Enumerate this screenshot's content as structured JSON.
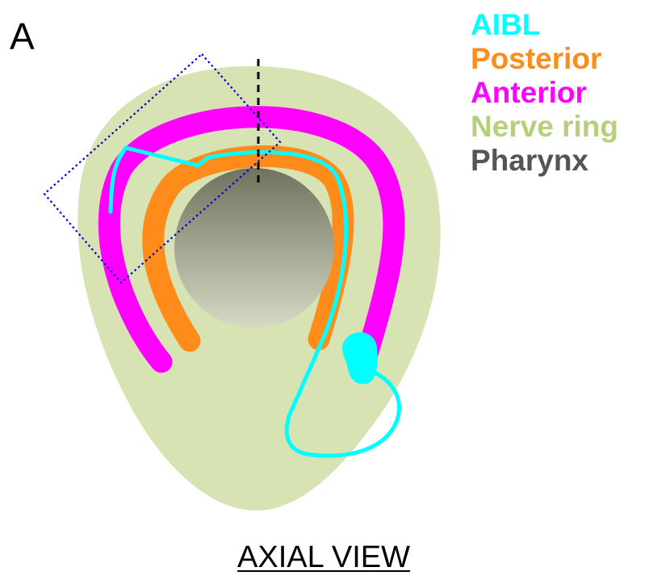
{
  "panel_label": "A",
  "legend": [
    {
      "label": "AIBL",
      "color": "#00ffff"
    },
    {
      "label": "Posterior",
      "color": "#ff8c1a"
    },
    {
      "label": "Anterior",
      "color": "#ff00ff"
    },
    {
      "label": "Nerve ring",
      "color": "#b5cf7a"
    },
    {
      "label": "Pharynx",
      "color": "#555555"
    }
  ],
  "caption": "AXIAL VIEW",
  "colors": {
    "nerve_ring_fill": "#d8e3b3",
    "pharynx_light": "#d6d9c4",
    "pharynx_dark": "#6f735e",
    "aibl": "#00ffff",
    "posterior": "#ff8c1a",
    "anterior": "#ff00ff",
    "section_line": "#000000",
    "box_outline": "#0000cc"
  }
}
